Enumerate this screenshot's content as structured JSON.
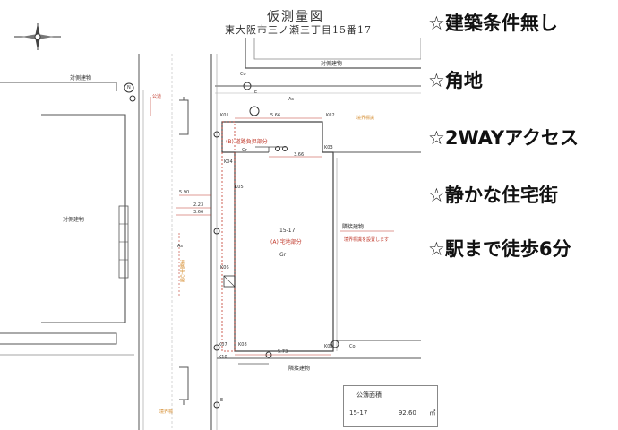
{
  "title": "仮測量図",
  "subtitle": "東大阪市三ノ瀬三丁目15番17",
  "features": [
    "☆建築条件無し",
    "☆角地",
    "☆2WAYアクセス",
    "☆静かな住宅街",
    "☆駅まで徒歩6分"
  ],
  "map": {
    "opposite_building_top": "対側建物",
    "opposite_building_left_top": "対側建物",
    "opposite_building_left": "対側建物",
    "road_label_top": "公道",
    "road_center_label": "道路中心線",
    "road_burden": "(B) 道路負担部分",
    "lot_number": "15-17",
    "lot_use": "(A) 宅地部分",
    "ground_left": "Gr",
    "ground_center": "Gr",
    "adjacent_building_right": "隣接建物",
    "adjacent_note": "境界標識を設置します",
    "adjacent_building_bottom": "隣接建物",
    "top_right_note": "境界標識",
    "bottom_left_note": "境界標",
    "as_top": "As",
    "as_left": "As",
    "co_top": "Co",
    "co_bottom": "Co",
    "e_top": "E",
    "e_bottom": "E",
    "n_marker": "N",
    "dims": {
      "top_width": "5.66",
      "gate_width": "3.66",
      "bottom_width": "5.73",
      "left_offset_1": "2.23",
      "left_offset_2": "3.66",
      "road_width": "5.90"
    },
    "points": {
      "k1": "K01",
      "k2": "K02",
      "k3": "K03",
      "k4": "K04",
      "k5": "K05",
      "k6": "K06",
      "k7": "K07",
      "k8": "K08",
      "k9": "K09",
      "k10": "K10"
    }
  },
  "area_table": {
    "heading": "公簿面積",
    "lot": "15-17",
    "value": "92.60",
    "unit": "㎡"
  }
}
